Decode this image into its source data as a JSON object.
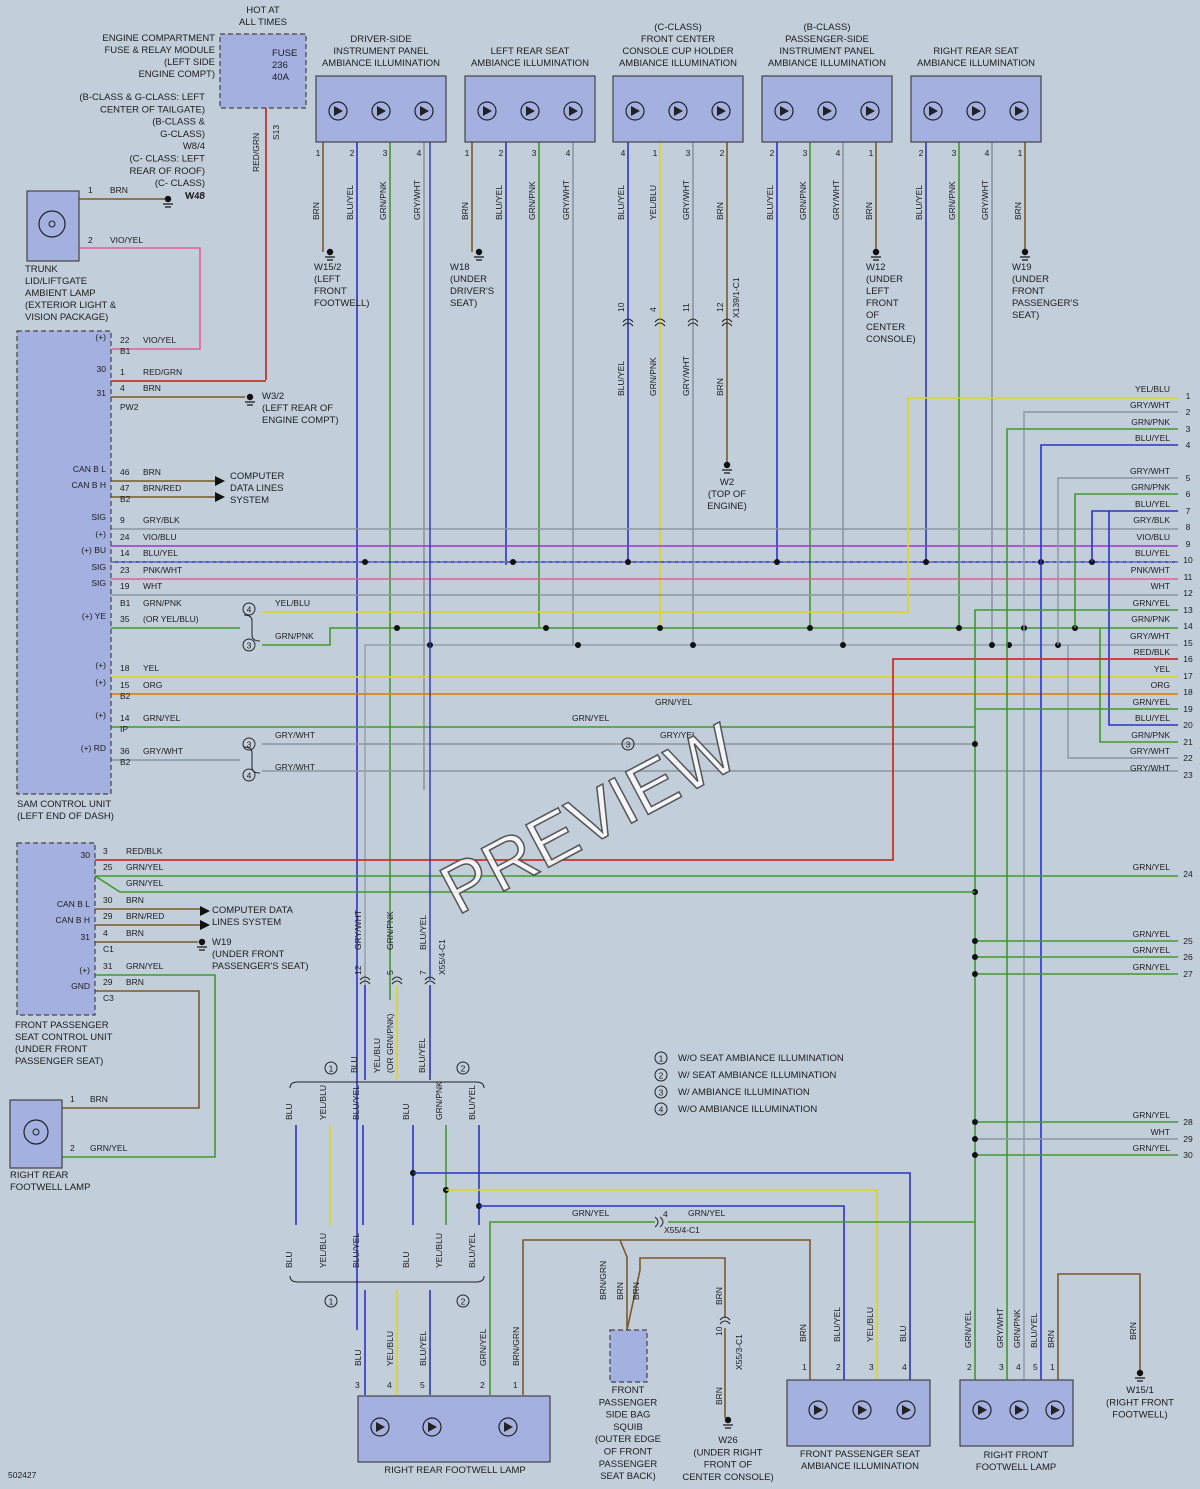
{
  "doc_id": "502427",
  "watermark": "PREVIEW",
  "colors": {
    "BRN": "#7a5a28",
    "BLU": "#2b33c8",
    "YEL": "#dcd51a",
    "GRN": "#3f9a2c",
    "GRY": "#8d969f",
    "RED": "#c8322a",
    "PNK": "#e25f95",
    "VIO": "#9a38c8",
    "ORG": "#d9861c",
    "WHT": "#e8eaec"
  },
  "fuse_module": {
    "header": [
      "HOT AT",
      "ALL TIMES"
    ],
    "desc": [
      "ENGINE COMPARTMENT",
      "FUSE & RELAY MODULE",
      "(LEFT SIDE",
      "ENGINE COMPT)"
    ],
    "fuse_lines": [
      "FUSE",
      "236",
      "40A"
    ],
    "wire_color": "RED/GRN",
    "splice": "S13"
  },
  "tailgate_note": [
    "(B-CLASS & G-CLASS: LEFT",
    "CENTER OF TAILGATE)",
    "(B-CLASS &",
    "G-CLASS)",
    "W8/4",
    "(C- CLASS: LEFT",
    "REAR OF ROOF)",
    "(C- CLASS)",
    "W48"
  ],
  "trunk_lamp": {
    "label": [
      "TRUNK",
      "LID/LIFTGATE",
      "AMBIENT LAMP",
      "(EXTERIOR LIGHT &",
      "VISION PACKAGE)"
    ],
    "pins": [
      {
        "n": "1",
        "c": "BRN"
      },
      {
        "n": "2",
        "c": "VIO/YEL"
      }
    ]
  },
  "sam": {
    "label": [
      "SAM CONTROL UNIT",
      "(LEFT END OF DASH)"
    ],
    "pins": [
      {
        "p": "22",
        "c": "VIO/YEL",
        "f": "(+)",
        "conn": "B1"
      },
      {
        "p": "1",
        "c": "RED/GRN",
        "f": "30"
      },
      {
        "p": "4",
        "c": "BRN"
      },
      {
        "p": "",
        "c": "",
        "f": "31",
        "conn": "PW2"
      },
      {
        "p": "46",
        "c": "BRN",
        "f": "CAN B L"
      },
      {
        "p": "47",
        "c": "BRN/RED",
        "f": "CAN B H",
        "conn": "B2"
      },
      {
        "p": "9",
        "c": "GRY/BLK",
        "f": "SIG"
      },
      {
        "p": "24",
        "c": "VIO/BLU",
        "f": "(+)"
      },
      {
        "p": "14",
        "c": "BLU/YEL",
        "f": "(+) BU"
      },
      {
        "p": "23",
        "c": "PNK/WHT",
        "f": "SIG"
      },
      {
        "p": "19",
        "c": "WHT",
        "f": "SIG"
      },
      {
        "p": "B1",
        "c": "GRN/PNK"
      },
      {
        "p": "35",
        "c": "(OR YEL/BLU)",
        "f": "(+) YE"
      },
      {
        "p": "18",
        "c": "YEL",
        "f": "(+)"
      },
      {
        "p": "15",
        "c": "ORG",
        "f": "(+)",
        "conn": "B2"
      },
      {
        "p": "14",
        "c": "GRN/YEL",
        "f": "(+)",
        "conn": "IP"
      },
      {
        "p": "36",
        "c": "GRY/WHT",
        "f": "(+) RD",
        "conn": "B2"
      }
    ],
    "w32": [
      "W3/2",
      "(LEFT REAR OF",
      "ENGINE COMPT)"
    ],
    "data_lines": [
      "COMPUTER",
      "DATA LINES",
      "SYSTEM"
    ],
    "opt_wires": {
      "yel_blu": "YEL/BLU",
      "grn_pnk": "GRN/PNK",
      "gry_wht_a": "GRY/WHT",
      "gry_wht_b": "GRY/WHT",
      "grn_yel_mid": "GRN/YEL",
      "grn_yel_mid2": "GRN/YEL",
      "gry_yel": "GRY/YEL"
    }
  },
  "fpsc": {
    "label": [
      "FRONT PASSENGER",
      "SEAT CONTROL UNIT",
      "(UNDER FRONT",
      "PASSENGER SEAT)"
    ],
    "pins": [
      {
        "p": "3",
        "c": "RED/BLK",
        "f": "30"
      },
      {
        "p": "25",
        "c": "GRN/YEL"
      },
      {
        "p": "",
        "c": "GRN/YEL"
      },
      {
        "p": "30",
        "c": "BRN",
        "f": "CAN B L"
      },
      {
        "p": "29",
        "c": "BRN/RED",
        "f": "CAN B H"
      },
      {
        "p": "4",
        "c": "BRN",
        "f": "31",
        "conn": "C1"
      },
      {
        "p": "31",
        "c": "GRN/YEL",
        "f": "(+)"
      },
      {
        "p": "29",
        "c": "BRN",
        "f": "GND",
        "conn": "C3"
      }
    ],
    "data_lines": [
      "COMPUTER DATA",
      "LINES SYSTEM"
    ],
    "w19": [
      "W19",
      "(UNDER FRONT",
      "PASSENGER'S SEAT)"
    ]
  },
  "rr_footwell_lamp": {
    "label": [
      "RIGHT REAR",
      "FOOTWELL LAMP"
    ],
    "pins": [
      {
        "n": "1",
        "c": "BRN"
      },
      {
        "n": "2",
        "c": "GRN/YEL"
      }
    ]
  },
  "top_modules": [
    {
      "title": [
        "DRIVER-SIDE",
        "INSTRUMENT PANEL",
        "AMBIANCE ILLUMINATION"
      ],
      "pins": [
        "1",
        "2",
        "3",
        "4"
      ],
      "wires": [
        "BRN",
        "BLU/YEL",
        "GRN/PNK",
        "GRY/WHT"
      ],
      "ground": [
        "W15/2",
        "(LEFT",
        "FRONT",
        "FOOTWELL)"
      ]
    },
    {
      "title": [
        "LEFT REAR SEAT",
        "AMBIANCE ILLUMINATION"
      ],
      "pins": [
        "1",
        "2",
        "3",
        "4"
      ],
      "wires": [
        "BRN",
        "BLU/YEL",
        "GRN/PNK",
        "GRY/WHT"
      ],
      "ground": [
        "W18",
        "(UNDER",
        "DRIVER'S",
        "SEAT)"
      ]
    },
    {
      "title": [
        "(C-CLASS)",
        "FRONT CENTER",
        "CONSOLE CUP HOLDER",
        "AMBIANCE ILLUMINATION"
      ],
      "pins": [
        "4",
        "1",
        "3",
        "2"
      ],
      "wires": [
        "BLU/YEL",
        "YEL/BLU",
        "GRY/WHT",
        "BRN"
      ],
      "ground": [
        "W2",
        "(TOP OF",
        "ENGINE)"
      ]
    },
    {
      "title": [
        "(B-CLASS)",
        "PASSENGER-SIDE",
        "INSTRUMENT PANEL",
        "AMBIANCE ILLUMINATION"
      ],
      "pins": [
        "2",
        "3",
        "4",
        "1"
      ],
      "wires": [
        "BLU/YEL",
        "GRN/PNK",
        "GRY/WHT",
        "BRN"
      ],
      "ground": [
        "W12",
        "(UNDER",
        "LEFT",
        "FRONT",
        "OF",
        "CENTER",
        "CONSOLE)"
      ]
    },
    {
      "title": [
        "RIGHT REAR SEAT",
        "AMBIANCE ILLUMINATION"
      ],
      "pins": [
        "2",
        "3",
        "4",
        "1"
      ],
      "wires": [
        "BLU/YEL",
        "GRN/PNK",
        "GRY/WHT",
        "BRN"
      ],
      "ground": [
        "W19",
        "(UNDER",
        "FRONT",
        "PASSENGER'S",
        "SEAT)"
      ]
    }
  ],
  "cup_connector": {
    "pins": [
      "10",
      "4",
      "11",
      "12"
    ],
    "name": "X139/1-C1",
    "wires": [
      "BLU/YEL",
      "GRN/PNK",
      "GRY/WHT",
      "BRN"
    ]
  },
  "right_rail": [
    {
      "n": "1",
      "c": "YEL/BLU"
    },
    {
      "n": "2",
      "c": "GRY/WHT"
    },
    {
      "n": "3",
      "c": "GRN/PNK"
    },
    {
      "n": "4",
      "c": "BLU/YEL"
    },
    {
      "n": "5",
      "c": "GRY/WHT"
    },
    {
      "n": "6",
      "c": "GRN/PNK"
    },
    {
      "n": "7",
      "c": "BLU/YEL"
    },
    {
      "n": "8",
      "c": "GRY/BLK"
    },
    {
      "n": "9",
      "c": "VIO/BLU"
    },
    {
      "n": "10",
      "c": "BLU/YEL"
    },
    {
      "n": "11",
      "c": "PNK/WHT"
    },
    {
      "n": "12",
      "c": "WHT"
    },
    {
      "n": "13",
      "c": "GRN/YEL"
    },
    {
      "n": "14",
      "c": "GRN/PNK"
    },
    {
      "n": "15",
      "c": "GRY/WHT"
    },
    {
      "n": "16",
      "c": "RED/BLK"
    },
    {
      "n": "17",
      "c": "YEL"
    },
    {
      "n": "18",
      "c": "ORG"
    },
    {
      "n": "19",
      "c": "GRN/YEL"
    },
    {
      "n": "20",
      "c": "BLU/YEL"
    },
    {
      "n": "21",
      "c": "GRN/PNK"
    },
    {
      "n": "22",
      "c": "GRY/WHT"
    },
    {
      "n": "23",
      "c": "GRY/WHT"
    },
    {
      "n": "24",
      "c": "GRN/YEL"
    },
    {
      "n": "25",
      "c": "GRN/YEL"
    },
    {
      "n": "26",
      "c": "GRN/YEL"
    },
    {
      "n": "27",
      "c": "GRN/YEL"
    },
    {
      "n": "28",
      "c": "GRN/YEL"
    },
    {
      "n": "29",
      "c": "WHT"
    },
    {
      "n": "30",
      "c": "GRN/YEL"
    }
  ],
  "x554": {
    "pins": [
      "12",
      "5",
      "7"
    ],
    "name": "X55/4-C1",
    "wires": [
      "GRY/WHT",
      "GRN/PNK",
      "BLU/YEL"
    ],
    "below": [
      "BLU",
      "YEL/BLU",
      "(OR GRN/PNK)",
      "BLU/YEL"
    ]
  },
  "harness": {
    "top_left": [
      "BLU",
      "YEL/BLU",
      "BLU/YEL"
    ],
    "top_right": [
      "BLU",
      "GRN/PNK",
      "BLU/YEL"
    ],
    "bot_left": [
      "BLU",
      "YEL/BLU",
      "BLU/YEL"
    ],
    "bot_right": [
      "BLU",
      "YEL/BLU",
      "BLU/YEL"
    ],
    "mark1": "1",
    "mark2": "2"
  },
  "legend": [
    {
      "n": "1",
      "t": "W/O SEAT AMBIANCE ILLUMINATION"
    },
    {
      "n": "2",
      "t": "W/ SEAT AMBIANCE ILLUMINATION"
    },
    {
      "n": "3",
      "t": "W/ AMBIANCE ILLUMINATION"
    },
    {
      "n": "4",
      "t": "W/O AMBIANCE ILLUMINATION"
    }
  ],
  "x554_bottom": {
    "pin": "4",
    "name": "X55/4-C1",
    "left_wire": "GRN/YEL",
    "right_wire": "GRN/YEL"
  },
  "rr_lamp_bottom": {
    "label": "RIGHT REAR FOOTWELL LAMP",
    "pins": [
      "3",
      "4",
      "5",
      "2",
      "1"
    ],
    "wires": [
      "BLU",
      "YEL/BLU",
      "BLU/YEL",
      "GRN/YEL",
      "BRN/GRN"
    ]
  },
  "squib": {
    "label": [
      "FRONT",
      "PASSENGER",
      "SIDE BAG",
      "SQUIB",
      "(OUTER EDGE",
      "OF FRONT",
      "PASSENGER",
      "SEAT BACK)"
    ],
    "wires": [
      "BRN/GRN",
      "BRN",
      "BRN"
    ]
  },
  "x553": {
    "pin": "10",
    "name": "X55/3-C1",
    "top": "BRN",
    "bottom": "BRN",
    "ground": [
      "W26",
      "(UNDER RIGHT",
      "FRONT OF",
      "CENTER CONSOLE)"
    ]
  },
  "fps_amb": {
    "label": [
      "FRONT PASSENGER SEAT",
      "AMBIANCE ILLUMINATION"
    ],
    "pins": [
      "1",
      "2",
      "3",
      "4"
    ],
    "wires": [
      "BRN",
      "BLU/YEL",
      "YEL/BLU",
      "BLU"
    ]
  },
  "rf_lamp": {
    "label": [
      "RIGHT FRONT",
      "FOOTWELL LAMP"
    ],
    "pins": [
      "2",
      "3",
      "4",
      "5",
      "1"
    ],
    "wires": [
      "GRN/YEL",
      "GRY/WHT",
      "GRN/PNK",
      "BLU/YEL",
      "BRN"
    ]
  },
  "w151": {
    "wire": "BRN",
    "label": [
      "W15/1",
      "(RIGHT FRONT",
      "FOOTWELL)"
    ]
  }
}
